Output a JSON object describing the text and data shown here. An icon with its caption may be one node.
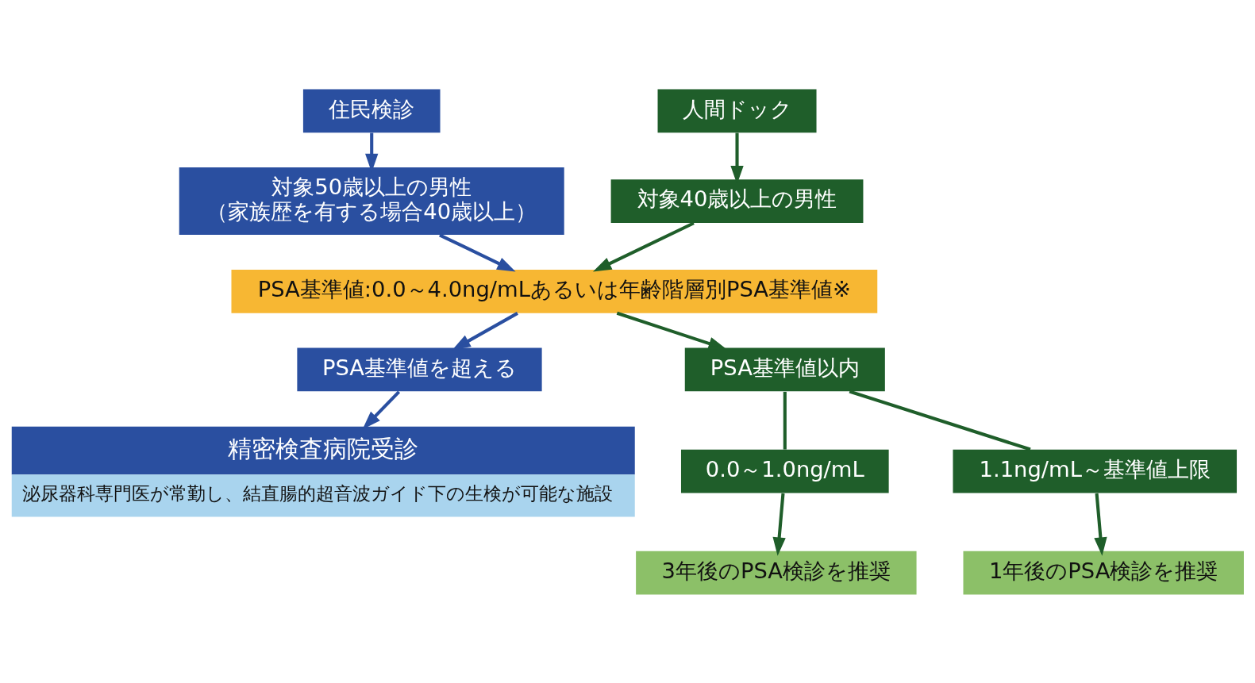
{
  "diagram": {
    "nodes": [
      {
        "text": [
          "住民検診"
        ]
      },
      {
        "text": [
          "人間ドック"
        ]
      },
      {
        "text": [
          "対象50歳以上の男性",
          "（家族歴を有する場合40歳以上）"
        ]
      },
      {
        "text": [
          "対象40歳以上の男性"
        ]
      },
      {
        "text": [
          "PSA基準値:0.0～4.0ng/mLあるいは年齢階層別PSA基準値※"
        ]
      },
      {
        "text": [
          "PSA基準値を超える"
        ]
      },
      {
        "text": [
          "PSA基準値以内"
        ]
      },
      {
        "text": [
          "精密検査病院受診",
          "泌尿器科専門医が常勤し、結直腸的超音波ガイド下の生検が可能な施設"
        ]
      },
      {
        "text": [
          "0.0～1.0ng/mL"
        ]
      },
      {
        "text": [
          "1.1ng/mL～基準値上限"
        ]
      },
      {
        "text": [
          "3年後のPSA検診を推奨"
        ]
      },
      {
        "text": [
          "1年後のPSA検診を推奨"
        ]
      }
    ],
    "edges": [
      {
        "from": 0,
        "to": 2,
        "arrow": "to",
        "color": "#2a4fa0"
      },
      {
        "from": 1,
        "to": 3,
        "arrow": "to"
      },
      {
        "from": 2,
        "to": 4,
        "arrow": "to",
        "color": "#2a4fa0"
      },
      {
        "from": 3,
        "to": 4,
        "arrow": "to"
      },
      {
        "from": 4,
        "to": 5,
        "arrow": "to",
        "color": "#2a4fa0"
      },
      {
        "from": 4,
        "to": 6,
        "arrow": "to"
      },
      {
        "from": 5,
        "to": 7,
        "arrow": "to",
        "color": "#2a4fa0"
      },
      {
        "from": 6,
        "to": 8,
        "arrow": "none"
      },
      {
        "from": 6,
        "to": 9,
        "arrow": "none"
      },
      {
        "from": 8,
        "to": 10,
        "arrow": "to"
      },
      {
        "from": 9,
        "to": 11,
        "arrow": "to"
      }
    ]
  }
}
